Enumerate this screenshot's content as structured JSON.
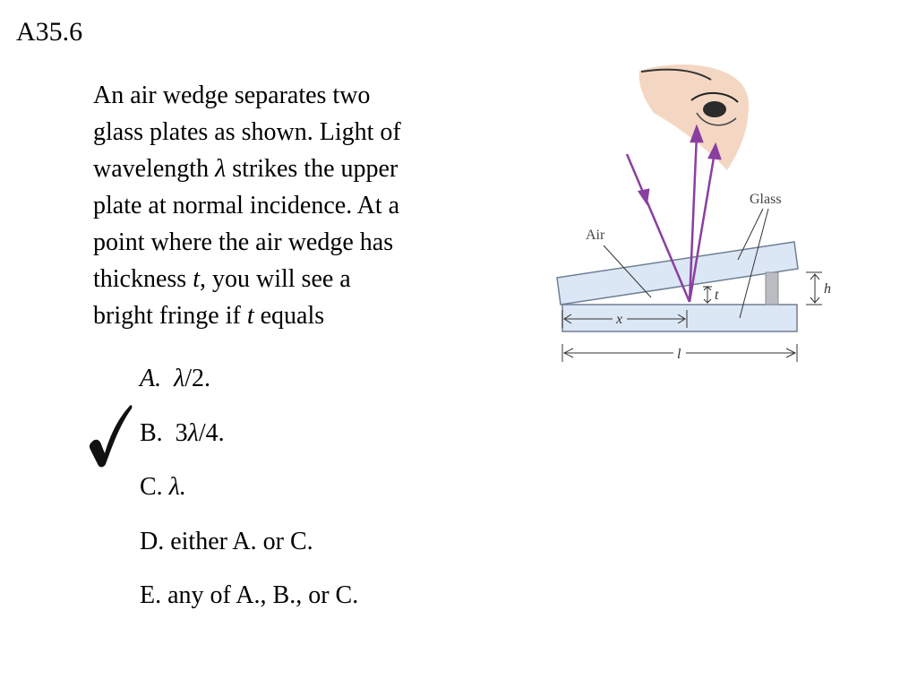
{
  "slide": {
    "id": "A35.6"
  },
  "question": {
    "lines": [
      [
        {
          "t": "An air wedge separates two"
        }
      ],
      [
        {
          "t": "glass plates as shown. Light of"
        }
      ],
      [
        {
          "t": "wavelength "
        },
        {
          "t": "λ",
          "i": true
        },
        {
          "t": " strikes the upper"
        }
      ],
      [
        {
          "t": "plate at normal incidence. At a"
        }
      ],
      [
        {
          "t": "point where the air wedge has"
        }
      ],
      [
        {
          "t": "thickness "
        },
        {
          "t": "t",
          "i": true
        },
        {
          "t": ", you will see a"
        }
      ],
      [
        {
          "t": "bright fringe if "
        },
        {
          "t": "t",
          "i": true
        },
        {
          "t": " equals"
        }
      ]
    ]
  },
  "options": [
    [
      {
        "t": "A.",
        "i": true
      },
      {
        "t": "  "
      },
      {
        "t": "λ",
        "i": true
      },
      {
        "t": "/2."
      }
    ],
    [
      {
        "t": "B.  3"
      },
      {
        "t": "λ",
        "i": true
      },
      {
        "t": "/4."
      }
    ],
    [
      {
        "t": "C. "
      },
      {
        "t": "λ.",
        "i": true
      }
    ],
    [
      {
        "t": "D. either A. or C."
      }
    ],
    [
      {
        "t": "E. any of A., B., or C."
      }
    ]
  ],
  "answer": {
    "marked_option": "B",
    "mark": "checkmark"
  },
  "diagram": {
    "labels": {
      "glass": "Glass",
      "air": "Air",
      "t": "t",
      "h": "h",
      "x": "x",
      "l": "l"
    },
    "colors": {
      "plate_fill": "#dce7f5",
      "plate_stroke": "#6e7f95",
      "ray": "#8a3fa0",
      "skin": "#f4d7c2",
      "spacer": "#b9bdc2"
    },
    "icons": {
      "eye": "eye-illustration"
    }
  }
}
